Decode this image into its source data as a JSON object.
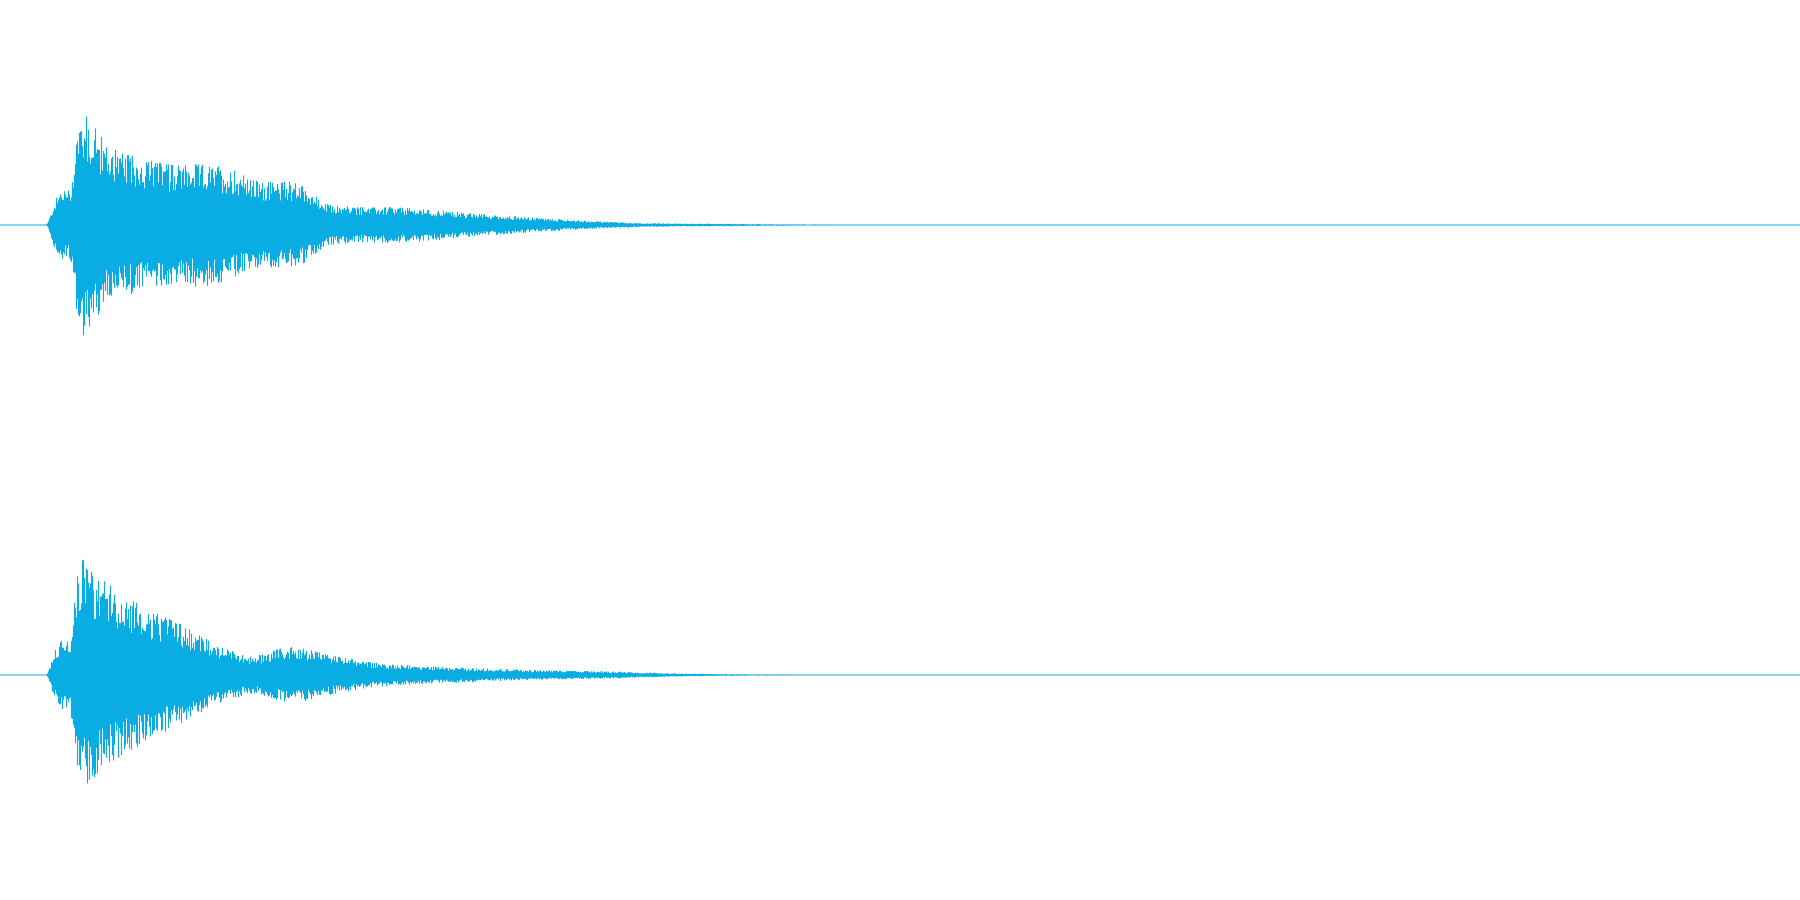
{
  "chart_data": {
    "type": "area",
    "color": "#09ade4",
    "ylim": [
      -1,
      1
    ],
    "channels": [
      {
        "envelope": {
          "t": [
            0.0,
            0.026,
            0.03,
            0.034,
            0.039,
            0.041,
            0.043,
            0.046,
            0.05,
            0.06,
            0.07,
            0.08,
            0.09,
            0.1,
            0.11,
            0.12,
            0.13,
            0.14,
            0.15,
            0.16,
            0.17,
            0.175,
            0.18,
            0.19,
            0.2,
            0.22,
            0.24,
            0.26,
            0.28,
            0.3,
            0.32,
            0.34,
            0.36,
            0.38,
            0.4,
            0.42,
            0.44,
            0.46,
            0.47,
            0.49,
            0.51,
            0.53,
            0.56,
            1.0
          ],
          "amp": [
            0.0,
            0.0,
            0.2,
            0.32,
            0.3,
            0.6,
            0.9,
            0.95,
            0.88,
            0.66,
            0.6,
            0.56,
            0.52,
            0.5,
            0.52,
            0.5,
            0.46,
            0.38,
            0.36,
            0.37,
            0.33,
            0.25,
            0.18,
            0.16,
            0.15,
            0.15,
            0.13,
            0.1,
            0.08,
            0.06,
            0.04,
            0.025,
            0.015,
            0.012,
            0.01,
            0.008,
            0.006,
            0.005,
            0.004,
            0.003,
            0.002,
            0.001,
            0.0,
            0.0
          ]
        }
      },
      {
        "envelope": {
          "t": [
            0.0,
            0.026,
            0.03,
            0.034,
            0.039,
            0.041,
            0.043,
            0.046,
            0.05,
            0.06,
            0.07,
            0.08,
            0.09,
            0.1,
            0.11,
            0.12,
            0.13,
            0.14,
            0.15,
            0.16,
            0.17,
            0.18,
            0.19,
            0.2,
            0.21,
            0.22,
            0.24,
            0.26,
            0.28,
            0.3,
            0.32,
            0.34,
            0.36,
            0.38,
            0.4,
            0.42,
            0.44,
            0.46,
            0.48,
            0.5,
            0.53,
            1.0
          ],
          "amp": [
            0.0,
            0.0,
            0.2,
            0.32,
            0.32,
            0.6,
            0.92,
            0.98,
            0.88,
            0.77,
            0.66,
            0.57,
            0.5,
            0.43,
            0.34,
            0.26,
            0.2,
            0.15,
            0.2,
            0.24,
            0.22,
            0.18,
            0.15,
            0.12,
            0.1,
            0.09,
            0.07,
            0.06,
            0.05,
            0.04,
            0.035,
            0.03,
            0.02,
            0.012,
            0.008,
            0.006,
            0.005,
            0.004,
            0.003,
            0.002,
            0.0,
            0.0
          ]
        }
      }
    ]
  }
}
